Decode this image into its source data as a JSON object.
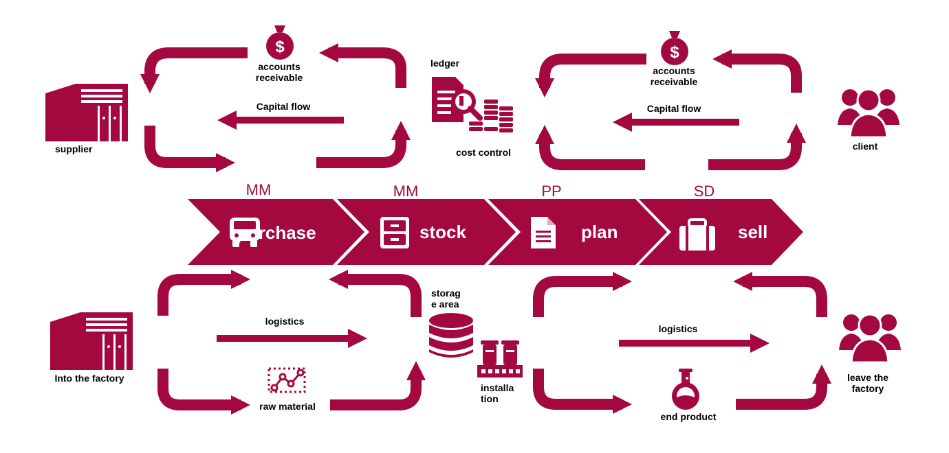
{
  "colors": {
    "primary": "#a3093f",
    "text": "#000000",
    "background": "#ffffff"
  },
  "modules": [
    "MM",
    "MM",
    "PP",
    "SD"
  ],
  "stages": [
    {
      "label": "purchase",
      "icon": "truck-icon"
    },
    {
      "label": "stock",
      "icon": "cabinet-icon"
    },
    {
      "label": "plan",
      "icon": "document-icon"
    },
    {
      "label": "sell",
      "icon": "briefcase-icon"
    }
  ],
  "top_left": {
    "supplier": "supplier",
    "accounts_receivable": [
      "accounts",
      "receivable"
    ],
    "capital_flow": "Capital flow"
  },
  "top_center": {
    "ledger": "ledger",
    "cost_control": "cost control"
  },
  "top_right": {
    "client": "client",
    "accounts_receivable": [
      "accounts",
      "receivable"
    ],
    "capital_flow": "Capital flow"
  },
  "bottom_left": {
    "into_factory": "Into the factory",
    "logistics": "logistics",
    "raw_material": "raw material"
  },
  "bottom_center": {
    "storage_area": [
      "storag",
      "e area"
    ],
    "installation": [
      "installa",
      "tion"
    ]
  },
  "bottom_right": {
    "leave_factory": [
      "leave the",
      "factory"
    ],
    "logistics": "logistics",
    "end_product": "end product"
  }
}
